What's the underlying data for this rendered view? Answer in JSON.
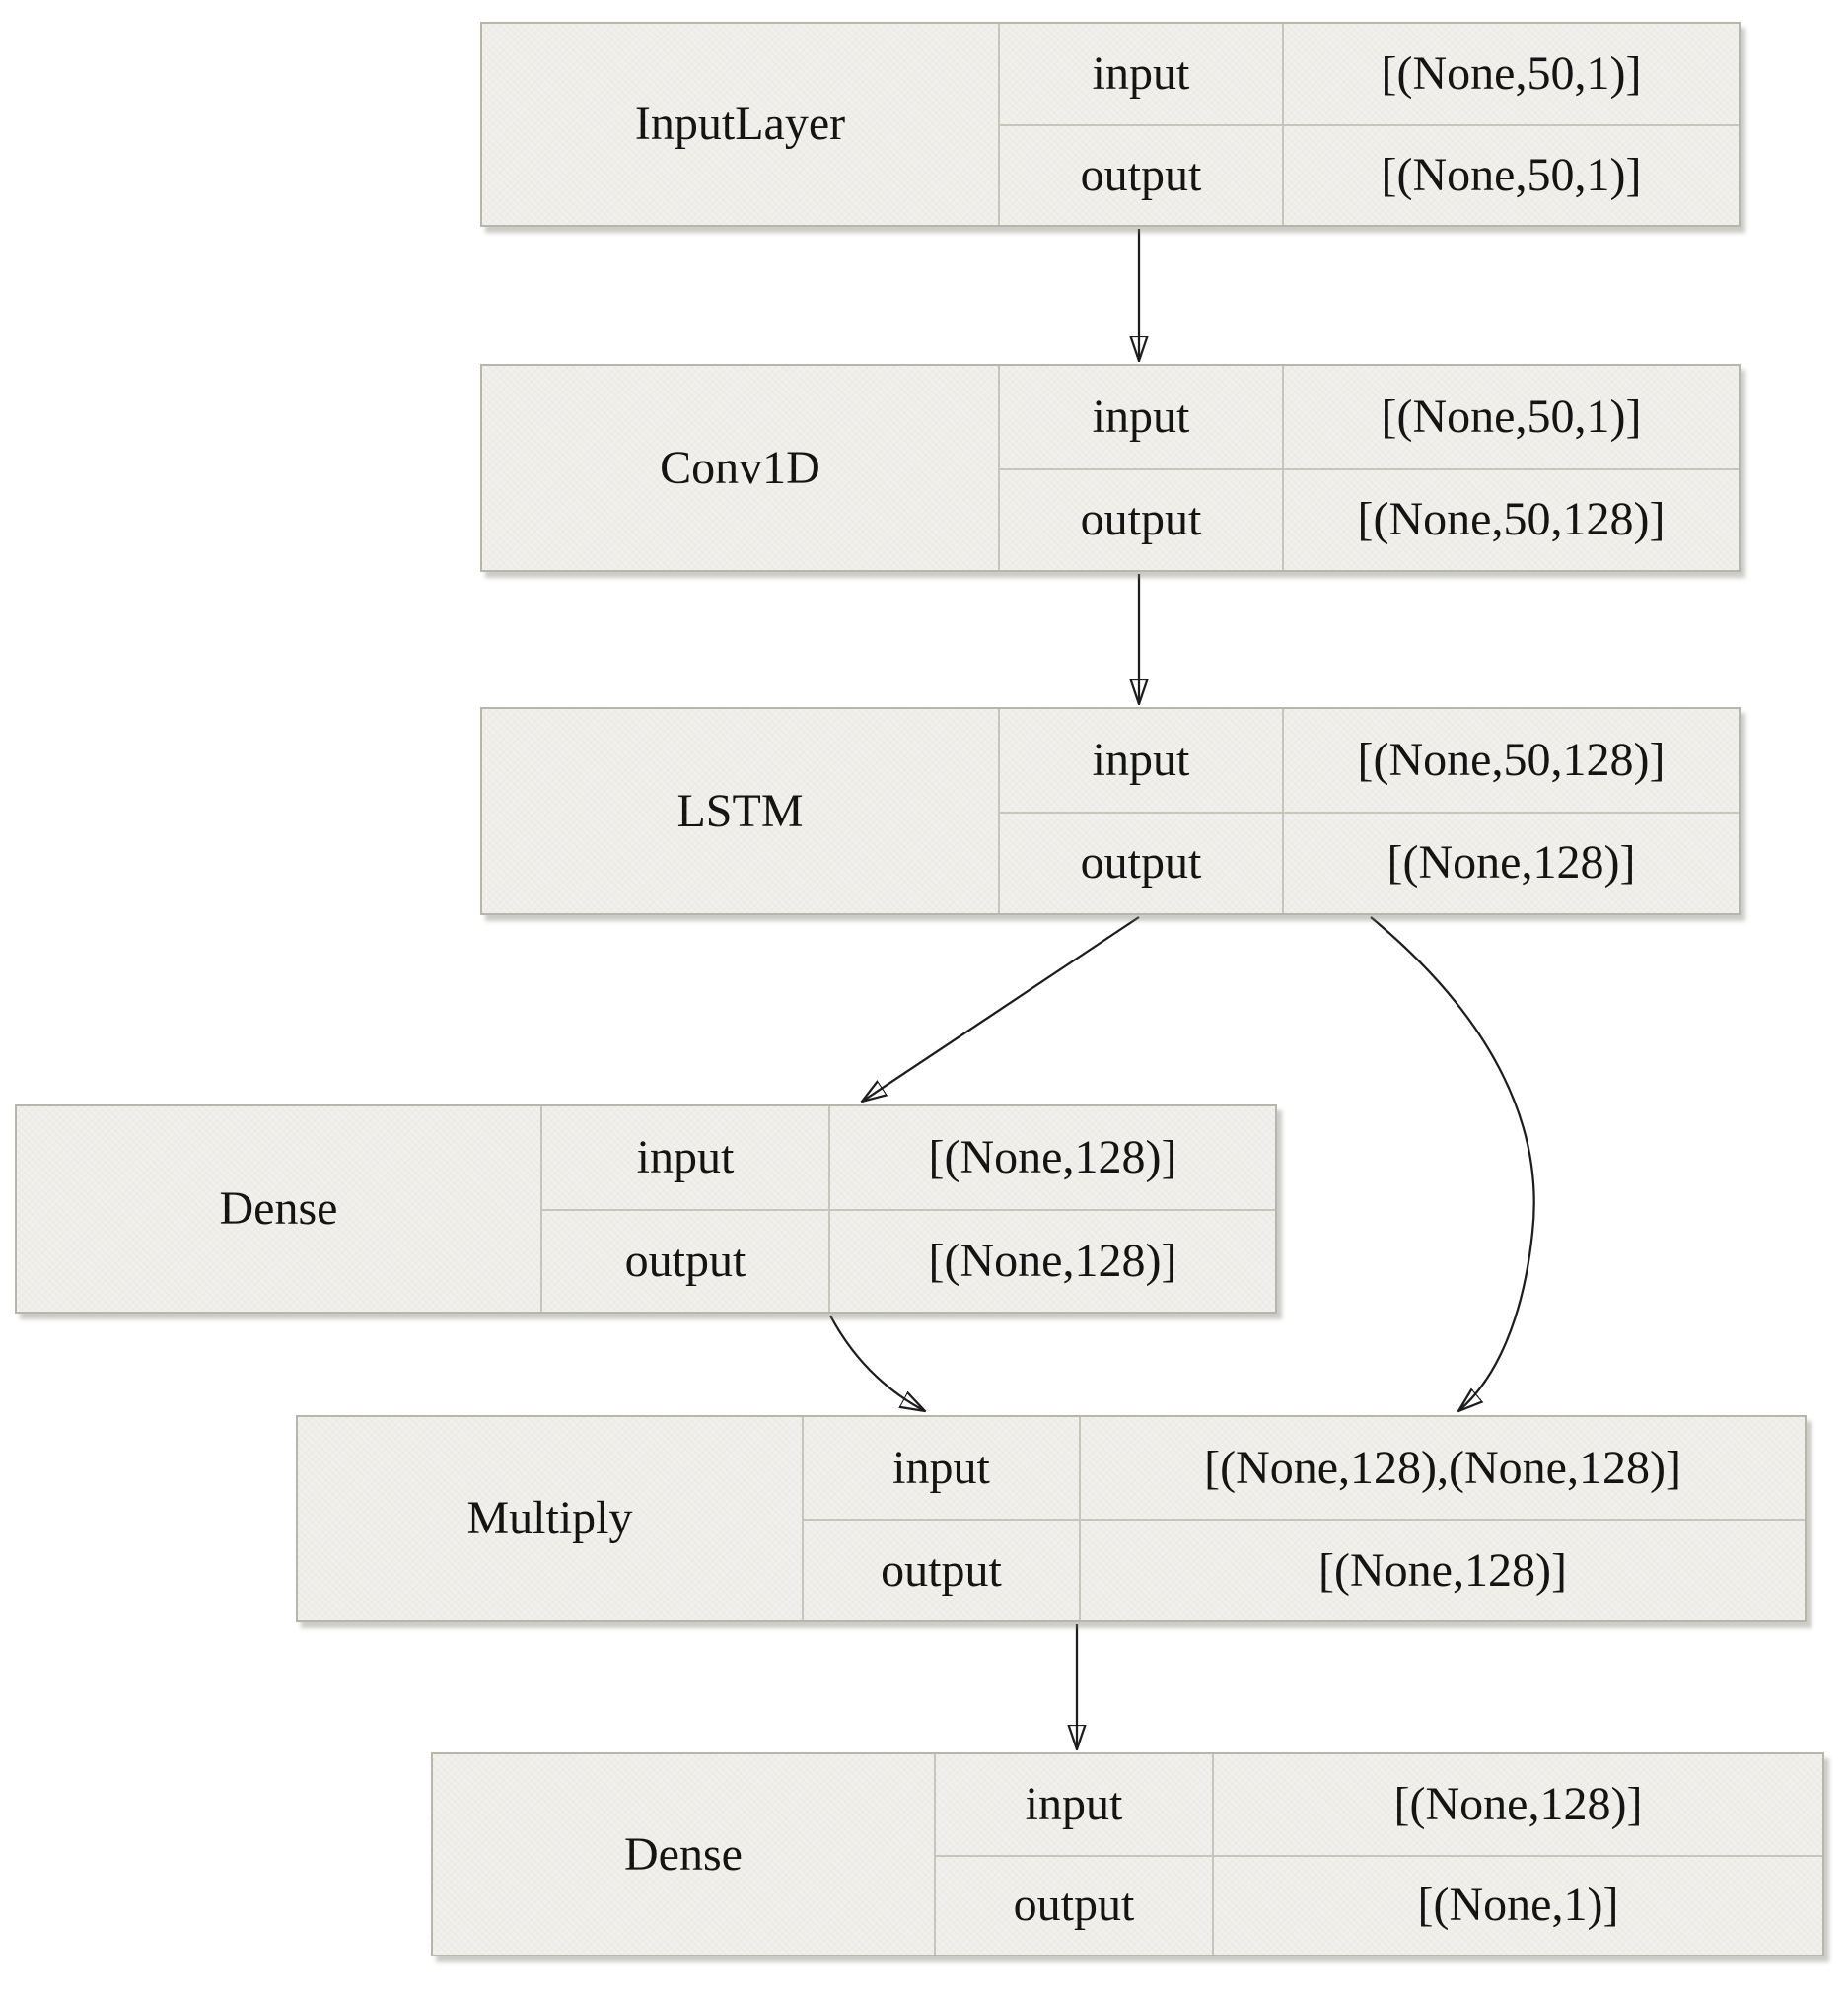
{
  "layers": [
    {
      "name": "InputLayer",
      "rows": [
        {
          "label": "input",
          "value": "[(None,50,1)]"
        },
        {
          "label": "output",
          "value": "[(None,50,1)]"
        }
      ]
    },
    {
      "name": "Conv1D",
      "rows": [
        {
          "label": "input",
          "value": "[(None,50,1)]"
        },
        {
          "label": "output",
          "value": "[(None,50,128)]"
        }
      ]
    },
    {
      "name": "LSTM",
      "rows": [
        {
          "label": "input",
          "value": "[(None,50,128)]"
        },
        {
          "label": "output",
          "value": "[(None,128)]"
        }
      ]
    },
    {
      "name": "Dense",
      "rows": [
        {
          "label": "input",
          "value": "[(None,128)]"
        },
        {
          "label": "output",
          "value": "[(None,128)]"
        }
      ]
    },
    {
      "name": "Multiply",
      "rows": [
        {
          "label": "input",
          "value": "[(None,128),(None,128)]"
        },
        {
          "label": "output",
          "value": "[(None,128)]"
        }
      ]
    },
    {
      "name": "Dense",
      "rows": [
        {
          "label": "input",
          "value": "[(None,128)]"
        },
        {
          "label": "output",
          "value": "[(None,1)]"
        }
      ]
    }
  ],
  "colors": {
    "cell_bg": "#f1f0ec",
    "border": "#b7b6ab",
    "divider": "#c8c7bb",
    "text": "#121212",
    "arrow": "#1d1d1d",
    "background": "#ffffff"
  }
}
